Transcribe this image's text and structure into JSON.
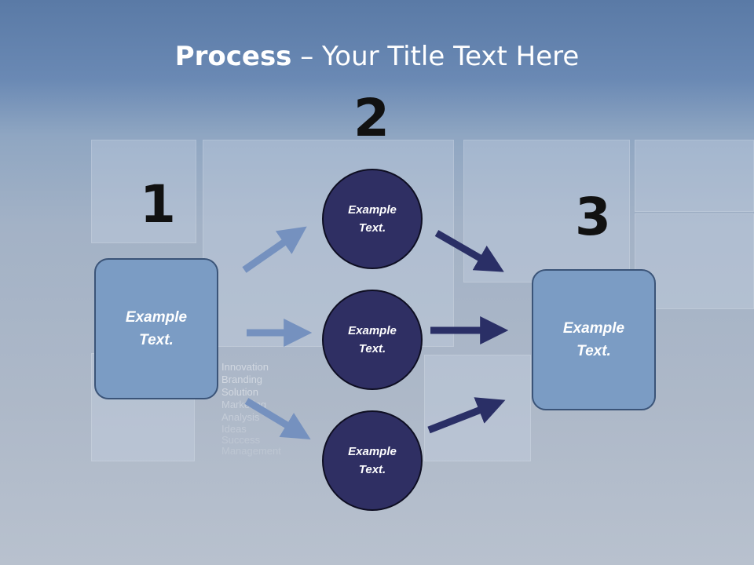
{
  "title": {
    "bold": "Process",
    "rest": " – Your Title Text Here"
  },
  "steps": [
    {
      "number": "1"
    },
    {
      "number": "2"
    },
    {
      "number": "3"
    }
  ],
  "boxes": {
    "left": {
      "line1": "Example",
      "line2": "Text."
    },
    "right": {
      "line1": "Example",
      "line2": "Text."
    }
  },
  "circles": [
    {
      "line1": "Example",
      "line2": "Text."
    },
    {
      "line1": "Example",
      "line2": "Text."
    },
    {
      "line1": "Example",
      "line2": "Text."
    }
  ],
  "background_words": [
    "Innovation",
    "Branding",
    "Solution",
    "Marketing",
    "Analysis",
    "Ideas",
    "Success",
    "Management"
  ],
  "colors": {
    "box_fill": "#7b9cc4",
    "circle_fill": "#2f2f63",
    "arrow_light": "#7591bf",
    "arrow_dark": "#2a2f66"
  }
}
